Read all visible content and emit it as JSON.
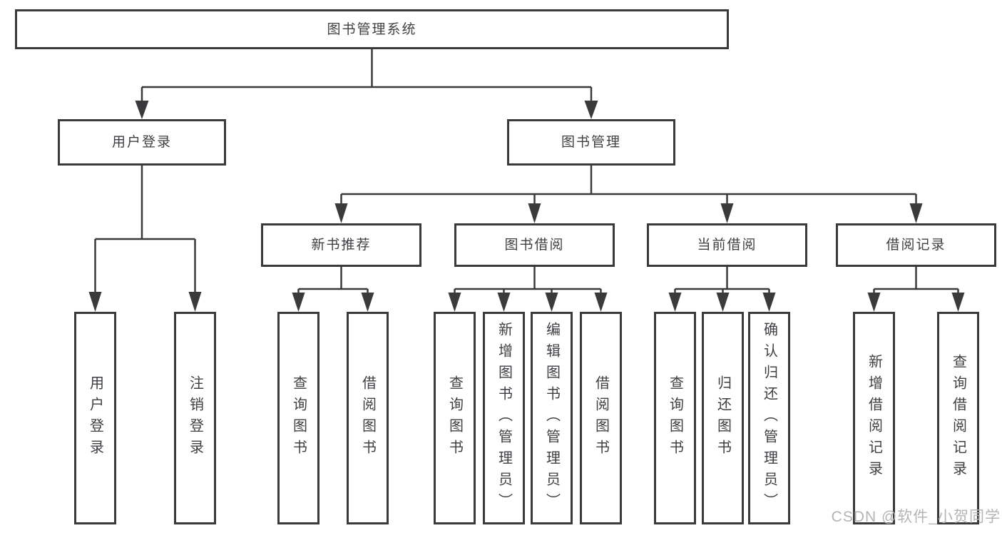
{
  "title": "图书管理系统",
  "colors": {
    "line": "#3a3a3c",
    "text": "#3f4043",
    "box_background": "#ffffff",
    "watermark": "#b4b4b4"
  },
  "tree": {
    "label": "图书管理系统",
    "children": [
      {
        "label": "用户登录",
        "children": [
          {
            "label": "用户登录"
          },
          {
            "label": "注销登录"
          }
        ]
      },
      {
        "label": "图书管理",
        "children": [
          {
            "label": "新书推荐",
            "children": [
              {
                "label": "查询图书"
              },
              {
                "label": "借阅图书"
              }
            ]
          },
          {
            "label": "图书借阅",
            "children": [
              {
                "label": "查询图书"
              },
              {
                "label": "新增图书（管理员）"
              },
              {
                "label": "编辑图书（管理员）"
              },
              {
                "label": "借阅图书"
              }
            ]
          },
          {
            "label": "当前借阅",
            "children": [
              {
                "label": "查询图书"
              },
              {
                "label": "归还图书"
              },
              {
                "label": "确认归还（管理员）"
              }
            ]
          },
          {
            "label": "借阅记录",
            "children": [
              {
                "label": "新增借阅记录"
              },
              {
                "label": "查询借阅记录"
              }
            ]
          }
        ]
      }
    ]
  },
  "watermark": {
    "text": "CSDN @软件_小贺同学"
  }
}
